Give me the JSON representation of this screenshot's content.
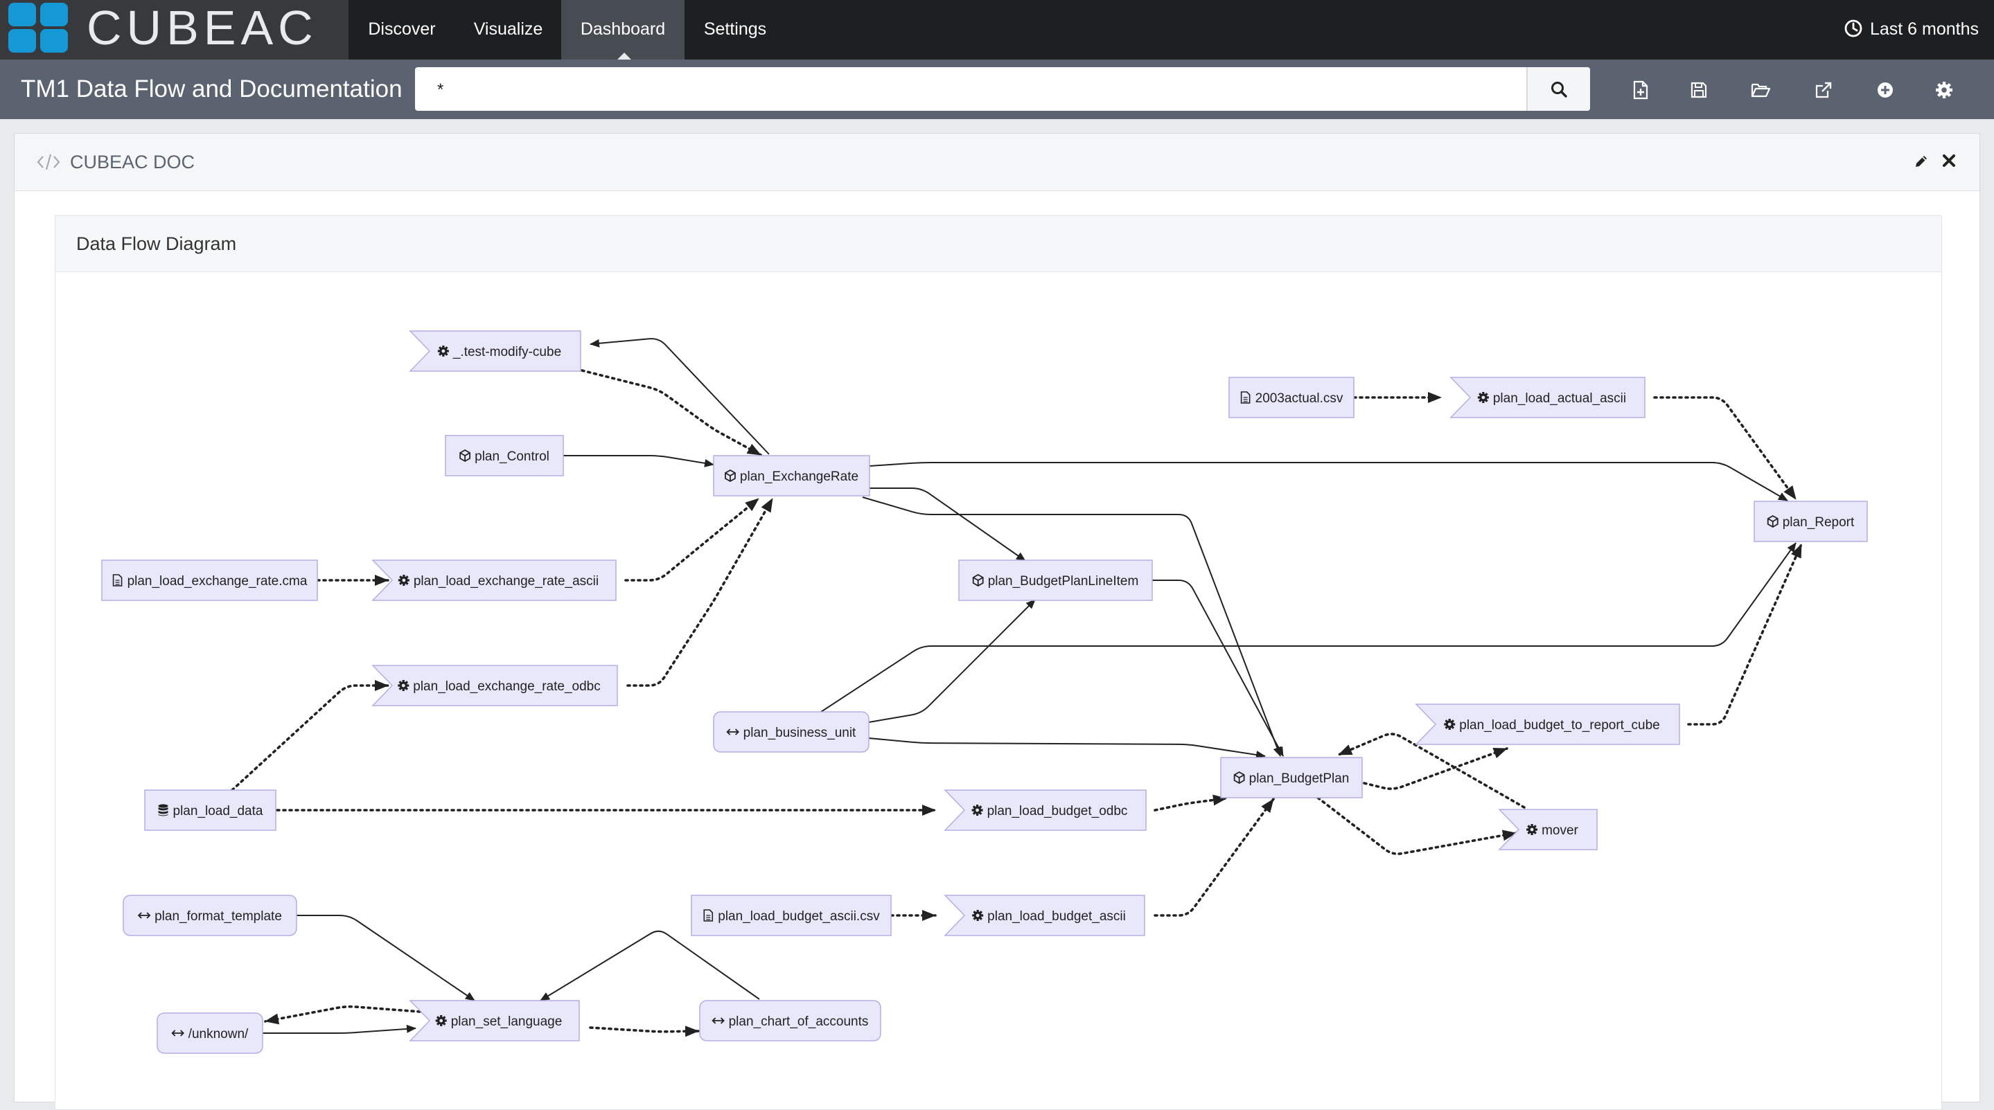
{
  "app": {
    "brand": "CUBEAC",
    "nav": [
      {
        "id": "discover",
        "label": "Discover",
        "active": false
      },
      {
        "id": "visualize",
        "label": "Visualize",
        "active": false
      },
      {
        "id": "dashboard",
        "label": "Dashboard",
        "active": true
      },
      {
        "id": "settings",
        "label": "Settings",
        "active": false
      }
    ],
    "time_range": "Last 6 months",
    "accent_color": "#1599d6"
  },
  "query_bar": {
    "title": "TM1 Data Flow and Documentation",
    "query": "*",
    "search_icon": "search-icon",
    "tools": [
      "new-dashboard-icon",
      "save-icon",
      "open-icon",
      "share-icon",
      "add-panel-icon",
      "options-gear-icon"
    ]
  },
  "panel": {
    "title": "CUBEAC DOC",
    "icon": "code-icon",
    "actions": [
      "edit-pencil-icon",
      "close-icon"
    ]
  },
  "card": {
    "title": "Data Flow Diagram"
  },
  "diagram": {
    "node_color": "#e9e8fb",
    "node_border_color": "#b2aee6",
    "nodes": [
      {
        "id": "test_modify_cube",
        "label": "_.test-modify-cube",
        "kind": "process"
      },
      {
        "id": "plan_control",
        "label": "plan_Control",
        "kind": "cube"
      },
      {
        "id": "plan_exchangerate",
        "label": "plan_ExchangeRate",
        "kind": "cube"
      },
      {
        "id": "exchange_rate_cma",
        "label": "plan_load_exchange_rate.cma",
        "kind": "file"
      },
      {
        "id": "load_exchange_rate_ascii",
        "label": "plan_load_exchange_rate_ascii",
        "kind": "process"
      },
      {
        "id": "load_exchange_rate_odbc",
        "label": "plan_load_exchange_rate_odbc",
        "kind": "process"
      },
      {
        "id": "plan_load_data",
        "label": "plan_load_data",
        "kind": "datasource"
      },
      {
        "id": "plan_business_unit",
        "label": "plan_business_unit",
        "kind": "dimension"
      },
      {
        "id": "budget_plan_line_item",
        "label": "plan_BudgetPlanLineItem",
        "kind": "cube"
      },
      {
        "id": "actual_csv",
        "label": "2003actual.csv",
        "kind": "file"
      },
      {
        "id": "load_actual_ascii",
        "label": "plan_load_actual_ascii",
        "kind": "process"
      },
      {
        "id": "plan_report",
        "label": "plan_Report",
        "kind": "cube"
      },
      {
        "id": "load_budget_to_report_cube",
        "label": "plan_load_budget_to_report_cube",
        "kind": "process"
      },
      {
        "id": "plan_budgetplan",
        "label": "plan_BudgetPlan",
        "kind": "cube"
      },
      {
        "id": "load_budget_odbc",
        "label": "plan_load_budget_odbc",
        "kind": "process"
      },
      {
        "id": "mover",
        "label": "mover",
        "kind": "process"
      },
      {
        "id": "format_template",
        "label": "plan_format_template",
        "kind": "dimension"
      },
      {
        "id": "budget_ascii_csv",
        "label": "plan_load_budget_ascii.csv",
        "kind": "file"
      },
      {
        "id": "load_budget_ascii",
        "label": "plan_load_budget_ascii",
        "kind": "process"
      },
      {
        "id": "unknown",
        "label": "/unknown/",
        "kind": "dimension"
      },
      {
        "id": "set_language",
        "label": "plan_set_language",
        "kind": "process"
      },
      {
        "id": "chart_of_accounts",
        "label": "plan_chart_of_accounts",
        "kind": "dimension"
      }
    ],
    "edges": [
      {
        "from": "exchange_rate_cma",
        "to": "load_exchange_rate_ascii",
        "style": "dotted"
      },
      {
        "from": "load_exchange_rate_ascii",
        "to": "plan_exchangerate",
        "style": "dotted"
      },
      {
        "from": "load_exchange_rate_odbc",
        "to": "plan_exchangerate",
        "style": "dotted"
      },
      {
        "from": "plan_load_data",
        "to": "load_exchange_rate_odbc",
        "style": "dotted"
      },
      {
        "from": "plan_load_data",
        "to": "load_budget_odbc",
        "style": "dotted"
      },
      {
        "from": "test_modify_cube",
        "to": "plan_exchangerate",
        "style": "dotted"
      },
      {
        "from": "plan_exchangerate",
        "to": "test_modify_cube",
        "style": "solid"
      },
      {
        "from": "plan_control",
        "to": "plan_exchangerate",
        "style": "solid"
      },
      {
        "from": "plan_exchangerate",
        "to": "budget_plan_line_item",
        "style": "solid"
      },
      {
        "from": "plan_exchangerate",
        "to": "plan_report",
        "style": "solid"
      },
      {
        "from": "plan_exchangerate",
        "to": "plan_budgetplan",
        "style": "solid"
      },
      {
        "from": "plan_business_unit",
        "to": "budget_plan_line_item",
        "style": "solid"
      },
      {
        "from": "plan_business_unit",
        "to": "plan_budgetplan",
        "style": "solid"
      },
      {
        "from": "plan_business_unit",
        "to": "plan_report",
        "style": "solid"
      },
      {
        "from": "budget_plan_line_item",
        "to": "plan_budgetplan",
        "style": "solid"
      },
      {
        "from": "actual_csv",
        "to": "load_actual_ascii",
        "style": "dotted"
      },
      {
        "from": "load_actual_ascii",
        "to": "plan_report",
        "style": "dotted"
      },
      {
        "from": "load_budget_to_report_cube",
        "to": "plan_report",
        "style": "dotted"
      },
      {
        "from": "plan_budgetplan",
        "to": "load_budget_to_report_cube",
        "style": "dotted"
      },
      {
        "from": "mover",
        "to": "plan_budgetplan",
        "style": "dotted"
      },
      {
        "from": "plan_budgetplan",
        "to": "mover",
        "style": "dotted"
      },
      {
        "from": "load_budget_odbc",
        "to": "plan_budgetplan",
        "style": "dotted"
      },
      {
        "from": "budget_ascii_csv",
        "to": "load_budget_ascii",
        "style": "dotted"
      },
      {
        "from": "load_budget_ascii",
        "to": "plan_budgetplan",
        "style": "dotted"
      },
      {
        "from": "format_template",
        "to": "set_language",
        "style": "solid"
      },
      {
        "from": "chart_of_accounts",
        "to": "set_language",
        "style": "solid"
      },
      {
        "from": "unknown",
        "to": "set_language",
        "style": "solid"
      },
      {
        "from": "set_language",
        "to": "unknown",
        "style": "dotted"
      },
      {
        "from": "set_language",
        "to": "chart_of_accounts",
        "style": "dotted"
      }
    ]
  }
}
